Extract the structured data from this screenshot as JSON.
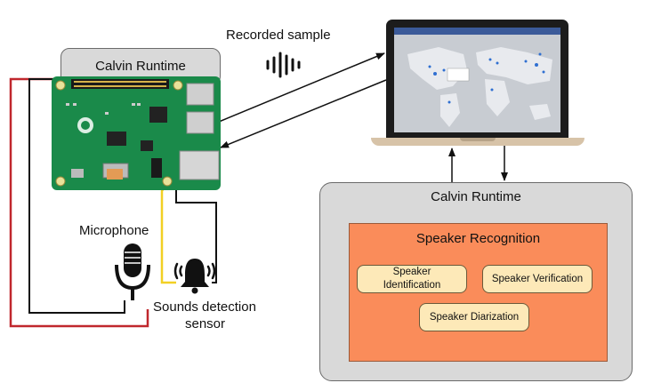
{
  "labels": {
    "recorded_sample": "Recorded sample",
    "microphone": "Microphone",
    "sounds_detection_line1": "Sounds detection",
    "sounds_detection_line2": "sensor"
  },
  "left_runtime": {
    "title": "Calvin Runtime"
  },
  "right_runtime": {
    "title": "Calvin Runtime",
    "speaker_recognition": {
      "title": "Speaker Recognition",
      "modules": {
        "identification_line1": "Speaker",
        "identification_line2": "Identification",
        "verification": "Speaker Verification",
        "diarization": "Speaker Diarization"
      }
    }
  },
  "colors": {
    "runtime_box": "#d9d9d9",
    "speaker_recognition": "#fa8c5a",
    "module": "#fde9b8",
    "wire_red": "#c0272d",
    "wire_yellow": "#f2d024",
    "wire_black": "#111111",
    "board_green": "#1a8a4a"
  },
  "icons": {
    "waveform": "waveform-icon",
    "microphone": "microphone-icon",
    "alarm_bell": "alarm-bell-icon",
    "laptop": "laptop-icon",
    "raspberry_pi": "raspberry-pi-board"
  }
}
